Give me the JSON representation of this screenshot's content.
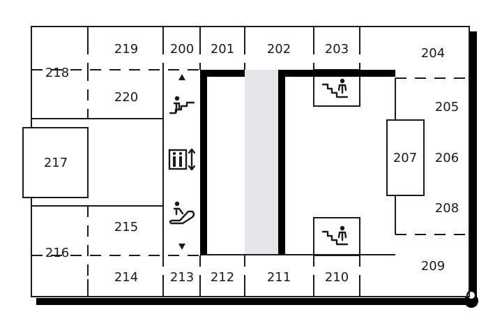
{
  "rooms": [
    {
      "id": "200",
      "label": "200"
    },
    {
      "id": "201",
      "label": "201"
    },
    {
      "id": "202",
      "label": "202"
    },
    {
      "id": "203",
      "label": "203"
    },
    {
      "id": "204",
      "label": "204"
    },
    {
      "id": "205",
      "label": "205"
    },
    {
      "id": "206",
      "label": "206"
    },
    {
      "id": "207",
      "label": "207"
    },
    {
      "id": "208",
      "label": "208"
    },
    {
      "id": "209",
      "label": "209"
    },
    {
      "id": "210",
      "label": "210"
    },
    {
      "id": "211",
      "label": "211"
    },
    {
      "id": "212",
      "label": "212"
    },
    {
      "id": "213",
      "label": "213"
    },
    {
      "id": "214",
      "label": "214"
    },
    {
      "id": "215",
      "label": "215"
    },
    {
      "id": "216",
      "label": "216"
    },
    {
      "id": "217",
      "label": "217"
    },
    {
      "id": "218",
      "label": "218"
    },
    {
      "id": "219",
      "label": "219"
    },
    {
      "id": "220",
      "label": "220"
    }
  ],
  "icons": {
    "stairs_up": "stairs-up-icon",
    "elevator": "elevator-icon",
    "escalator": "escalator-icon",
    "stairs_down": "stairs-down-icon",
    "arrow_up": "arrow-up-icon",
    "arrow_down": "arrow-down-icon"
  },
  "colors": {
    "wall": "#1a1a1a",
    "atrium": "#e6e6e8",
    "background": "#ffffff"
  }
}
